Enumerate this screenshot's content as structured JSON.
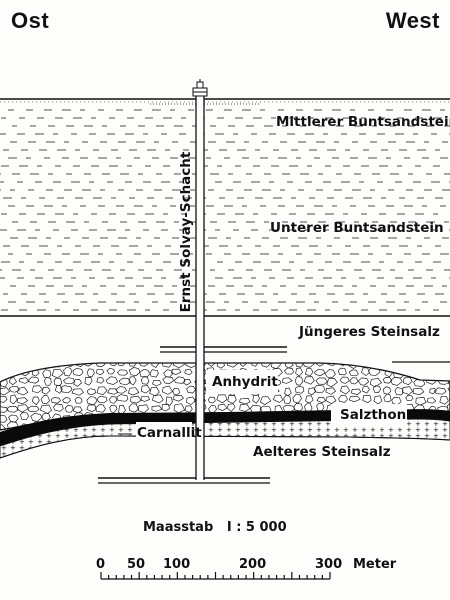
{
  "header": {
    "left": "Ost",
    "right": "West"
  },
  "shaft_label": "Ernst Solvay-Schacht",
  "layers": {
    "mittlerer": "Mittlerer Buntsandstein",
    "unterer": "Unterer Buntsandstein",
    "juengeres": "Jüngeres Steinsalz",
    "anhydrit": "Anhydrit",
    "salzthon": "Salzthon",
    "carnallit": "Carnallit",
    "aelteres": "Aelteres Steinsalz"
  },
  "scale": {
    "title": "Maasstab   I : 5 000",
    "ticks": [
      "0",
      "50",
      "100",
      "200",
      "300"
    ],
    "unit": "Meter"
  }
}
